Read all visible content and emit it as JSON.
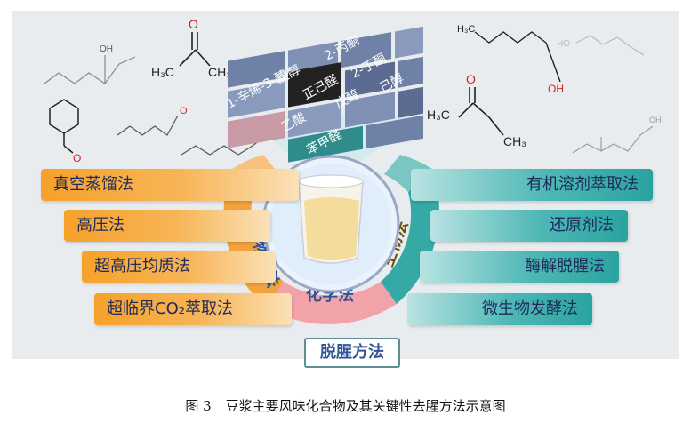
{
  "caption": {
    "number": "图 3",
    "text": "豆浆主要风味化合物及其关键性去腥方法示意图"
  },
  "center_label": "脱腥方法",
  "arcs": {
    "physical": "物理法",
    "chemical": "化学法",
    "biological": "生物法"
  },
  "left_methods": [
    "真空蒸馏法",
    "高压法",
    "超高压均质法",
    "超临界CO₂萃取法"
  ],
  "right_methods": [
    "有机溶剂萃取法",
    "还原剂法",
    "酶解脱腥法",
    "微生物发酵法"
  ],
  "cube": {
    "row1": [
      "1-辛烯-3-醇",
      "庚醇",
      "2-丙酮"
    ],
    "row2": [
      "正己醛",
      "2-丁酮"
    ],
    "row3": [
      "乙酸",
      "戊醇",
      "己醇"
    ],
    "row4": [
      "苯甲醛"
    ]
  },
  "molecules": {
    "oh": "OH",
    "h3c": "H₃C",
    "ch3": "CH₃",
    "o": "O",
    "ho": "HO"
  },
  "colors": {
    "physical": "#f3a23c",
    "chemical": "#ef9a9a",
    "biological": "#35a9a5",
    "accent_text": "#2f5597"
  }
}
